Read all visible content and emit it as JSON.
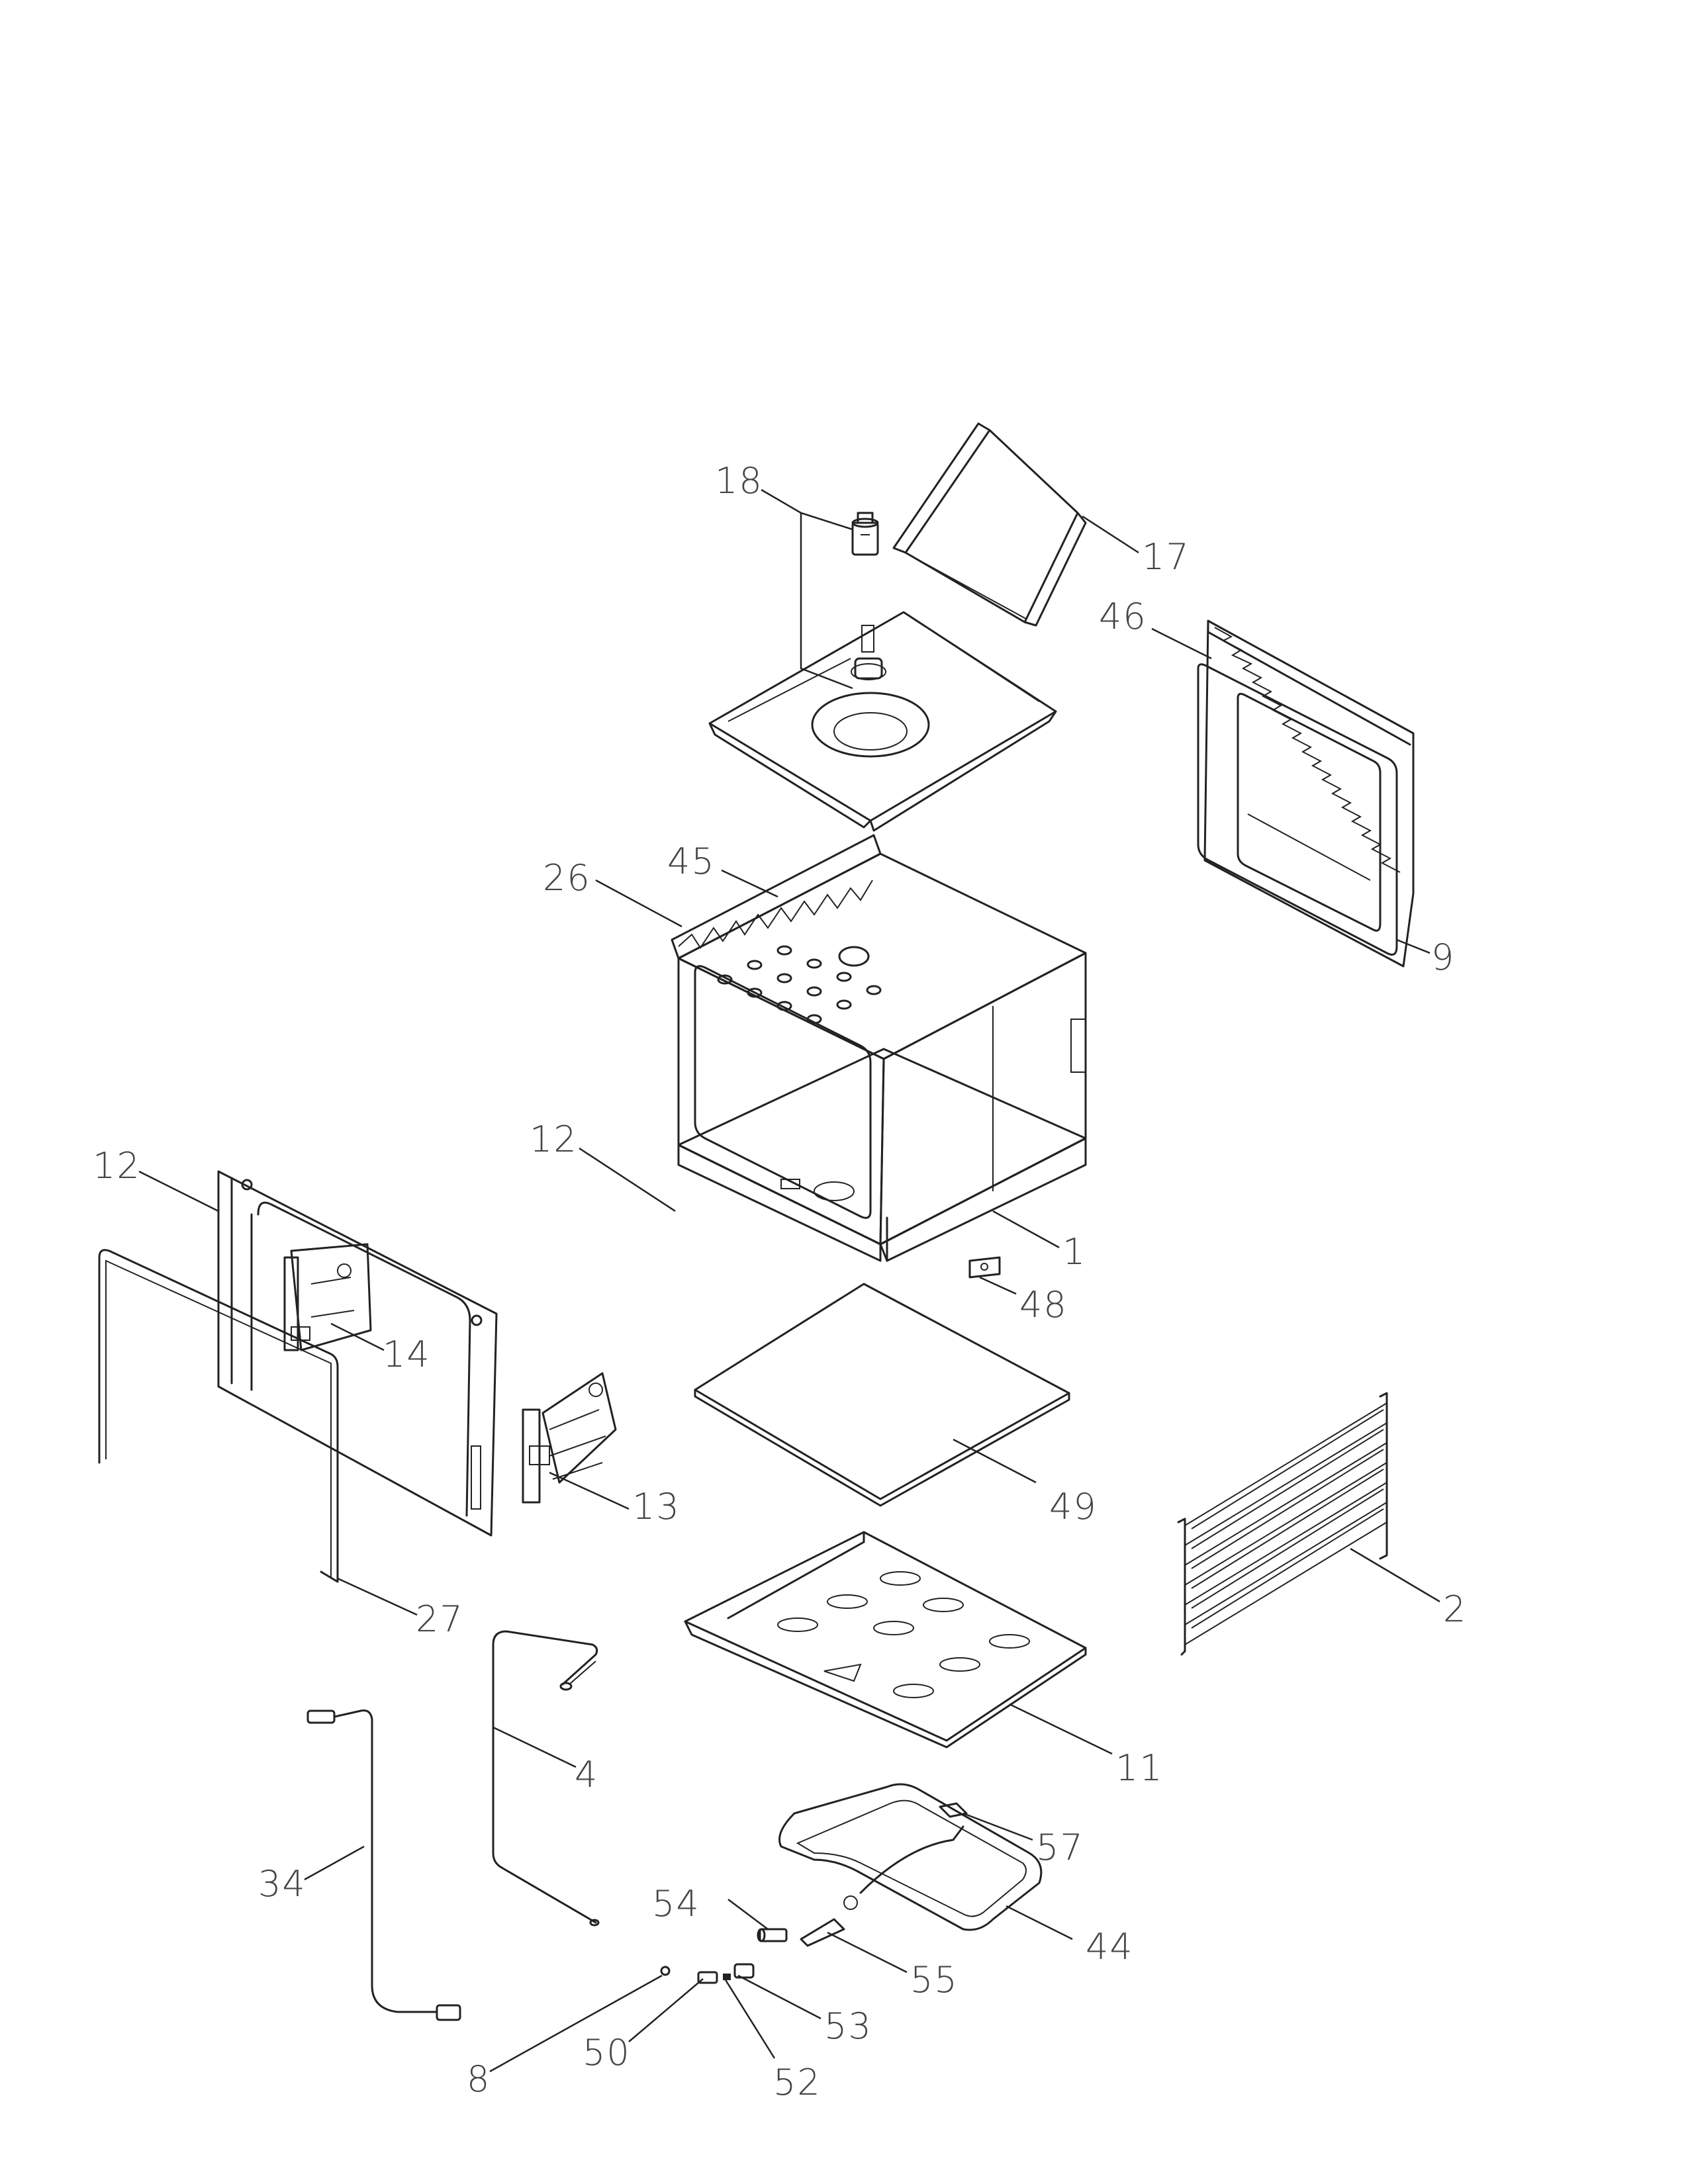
{
  "diagram": {
    "callouts": [
      {
        "id": "c18",
        "text": "18"
      },
      {
        "id": "c17",
        "text": "17"
      },
      {
        "id": "c46",
        "text": "46"
      },
      {
        "id": "c45",
        "text": "45"
      },
      {
        "id": "c26",
        "text": "26"
      },
      {
        "id": "c9",
        "text": "9"
      },
      {
        "id": "c12a",
        "text": "12"
      },
      {
        "id": "c1",
        "text": "1"
      },
      {
        "id": "c48",
        "text": "48"
      },
      {
        "id": "c12b",
        "text": "12"
      },
      {
        "id": "c14",
        "text": "14"
      },
      {
        "id": "c13",
        "text": "13"
      },
      {
        "id": "c49",
        "text": "49"
      },
      {
        "id": "c2",
        "text": "2"
      },
      {
        "id": "c27",
        "text": "27"
      },
      {
        "id": "c11",
        "text": "11"
      },
      {
        "id": "c4",
        "text": "4"
      },
      {
        "id": "c57",
        "text": "57"
      },
      {
        "id": "c34",
        "text": "34"
      },
      {
        "id": "c54",
        "text": "54"
      },
      {
        "id": "c44",
        "text": "44"
      },
      {
        "id": "c55",
        "text": "55"
      },
      {
        "id": "c53",
        "text": "53"
      },
      {
        "id": "c8",
        "text": "8"
      },
      {
        "id": "c50",
        "text": "50"
      },
      {
        "id": "c52",
        "text": "52"
      }
    ]
  }
}
